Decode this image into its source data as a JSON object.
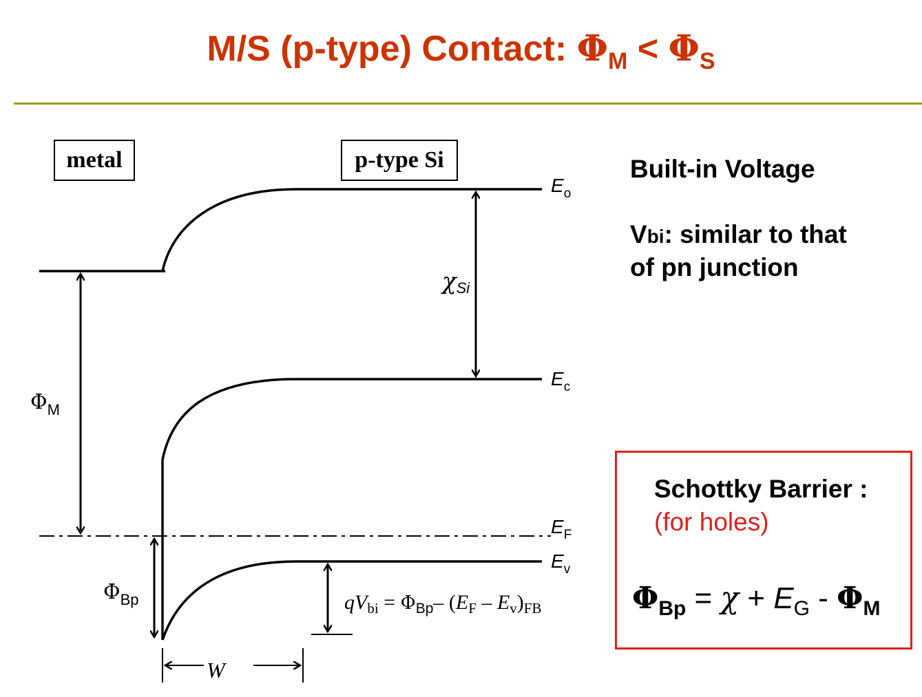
{
  "slide": {
    "title_main": "M/S (p-type) Contact: ",
    "title_phi1": "Φ",
    "title_sub1": "M",
    "title_lt": " < ",
    "title_phi2": "Φ",
    "title_sub2": "S"
  },
  "diagram": {
    "metal_label": "metal",
    "semiconductor_label": "p-type Si",
    "level_Eo": "E",
    "level_Eo_sub": "o",
    "level_Ec": "E",
    "level_Ec_sub": "c",
    "level_EF": "E",
    "level_EF_sub": "F",
    "level_Ev": "E",
    "level_Ev_sub": "v",
    "chi_symbol": "χ",
    "chi_sub": "Si",
    "phiM_symbol": "Φ",
    "phiM_sub": "M",
    "phiBp_symbol": "Φ",
    "phiBp_sub": "Bp",
    "width_label": "W",
    "vbi_eq": {
      "q": "q",
      "V": "V",
      "bi": "bi",
      "eq": " = ",
      "phi": "Φ",
      "Bp": "Bp",
      "rest1": "– (",
      "E1": "E",
      "F": "F",
      "minus": " – ",
      "E2": "E",
      "v": "v",
      "close": ")",
      "FB": "FB"
    }
  },
  "right_panel": {
    "heading": "Built-in Voltage",
    "vbi_V": "V",
    "vbi_bi": "bi",
    "vbi_line1_rest": ": similar to that",
    "vbi_line2": "of pn junction"
  },
  "schottky_box": {
    "title": "Schottky  Barrier :",
    "subtitle": "(for holes)",
    "phi": "Φ",
    "Bp": "Bp",
    "eq": " = ",
    "chi": "χ",
    "plus": " + ",
    "E": "E",
    "G": "G",
    "minus": " - ",
    "phi2": "Φ",
    "M": "M"
  },
  "colors": {
    "title": "#cc3300",
    "rule": "#9c9a2a",
    "box_border": "#e0201a",
    "subtitle": "#e0201a"
  }
}
